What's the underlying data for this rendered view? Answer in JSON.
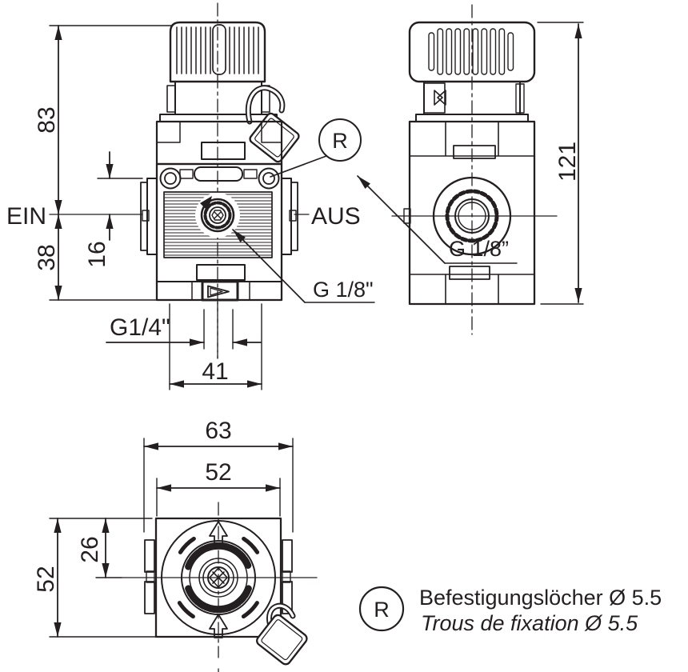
{
  "drawing_color": "#231f20",
  "front_view": {
    "dim_83": "83",
    "dim_38": "38",
    "dim_16": "16",
    "dim_41": "41",
    "label_ein": "EIN",
    "label_aus": "AUS",
    "label_bottom_port": "G1/4\"",
    "label_gauge_port": "G 1/8\"",
    "callout": "R"
  },
  "side_view": {
    "dim_121": "121",
    "label_gauge_port": "G 1/8”"
  },
  "top_view": {
    "dim_63": "63",
    "dim_width_52": "52",
    "dim_26": "26",
    "dim_depth_52": "52"
  },
  "legend": {
    "symbol": "R",
    "line1": "Befestigungslöcher Ø 5.5",
    "line2": "Trous de fixation Ø 5.5"
  }
}
